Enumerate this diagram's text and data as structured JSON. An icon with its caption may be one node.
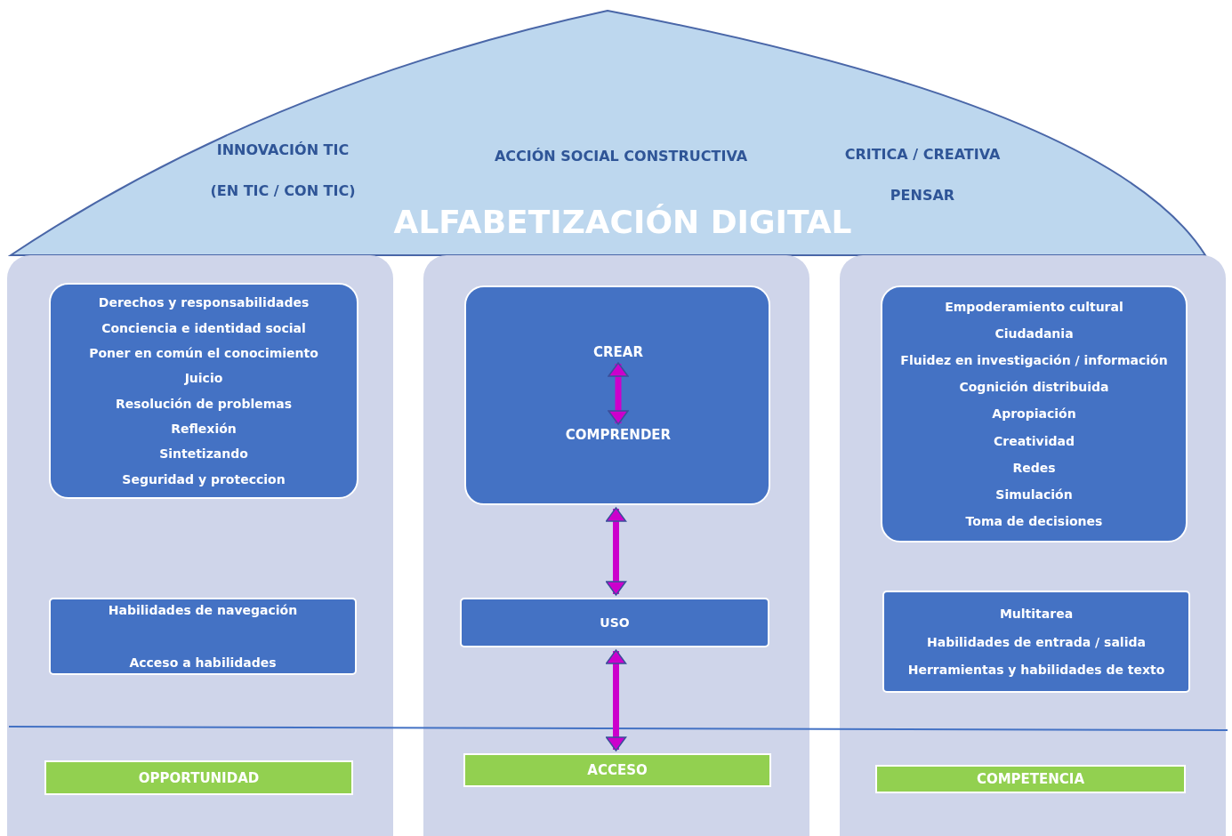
{
  "diagram": {
    "title": "ALFABETIZACIÓN DIGITAL",
    "nodes": [
      {
        "text": [
          "INNOVACIÓN TIC",
          "(EN TIC / CON TIC)",
          "ACCIÓN SOCIAL CONSTRUCTIVA",
          "CRITICA / CREATIVA",
          "PENSAR"
        ]
      },
      {
        "text": [],
        "shape": "box"
      },
      {
        "text": [
          "Derechos y responsabilidades",
          "Conciencia e identidad social",
          "Poner en común el conocimiento",
          "Juicio",
          "Resolución de problemas",
          "Reflexión",
          "Sintetizando",
          "Seguridad y proteccion"
        ],
        "in": 1
      },
      {
        "text": [
          "Habilidades de navegación",
          "Acceso a habilidades"
        ],
        "in": 1
      },
      {
        "text": [
          "OPPORTUNIDAD"
        ],
        "in": 1
      },
      {
        "text": [],
        "shape": "box"
      },
      {
        "text": [],
        "shape": "box",
        "in": 5
      },
      {
        "text": [
          "CREAR"
        ],
        "in": 6
      },
      {
        "text": [
          "COMPRENDER"
        ],
        "in": 6
      },
      {
        "text": [
          "USO"
        ],
        "in": 5
      },
      {
        "text": [
          "ACCESO"
        ],
        "in": 5
      },
      {
        "text": [],
        "shape": "box"
      },
      {
        "text": [
          "Empoderamiento cultural",
          "Ciudadania",
          "Fluidez en investigación / información",
          "Cognición distribuida",
          "Apropiación",
          "Creatividad",
          "Redes",
          "Simulación",
          "Toma de decisiones"
        ],
        "in": 11
      },
      {
        "text": [
          "Multitarea",
          "Habilidades de entrada / salida",
          "Herramientas y habilidades de texto"
        ],
        "in": 11
      },
      {
        "text": [
          "COMPETENCIA"
        ],
        "in": 11
      }
    ],
    "edges": [
      {
        "from": 7,
        "to": 8,
        "arrow": "both"
      },
      {
        "from": 6,
        "to": 9,
        "arrow": "both"
      },
      {
        "from": 9,
        "to": 10,
        "arrow": "both"
      }
    ]
  }
}
